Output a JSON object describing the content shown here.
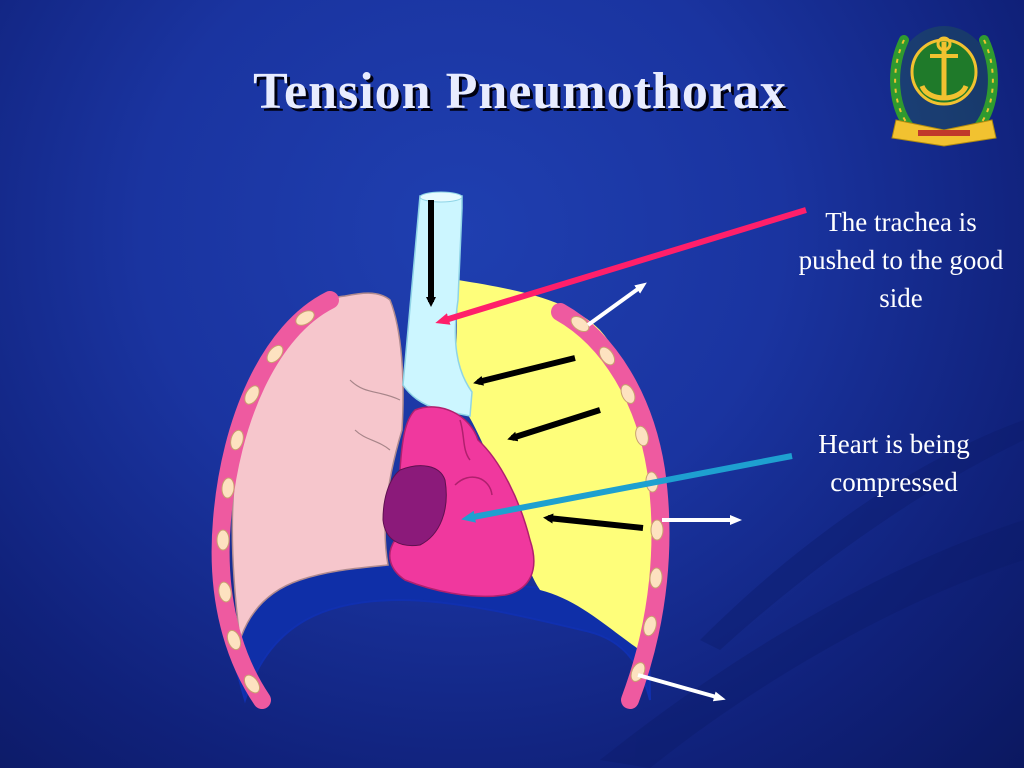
{
  "title": "Tension Pneumothorax",
  "captions": {
    "trachea": "The trachea is pushed to the good side",
    "heart": "Heart is being compressed"
  },
  "colors": {
    "background": "#1a34a0",
    "trachea": "#ccf6ff",
    "collapsed_lung": "#f6c6cc",
    "air_space": "#fefe7a",
    "heart": "#f0389e",
    "rib_cage": "#ee5aa0",
    "trachea_arrow": "#ff1f6a",
    "heart_arrow": "#1ea0d0"
  },
  "emblem": "navy-anchor-emblem"
}
